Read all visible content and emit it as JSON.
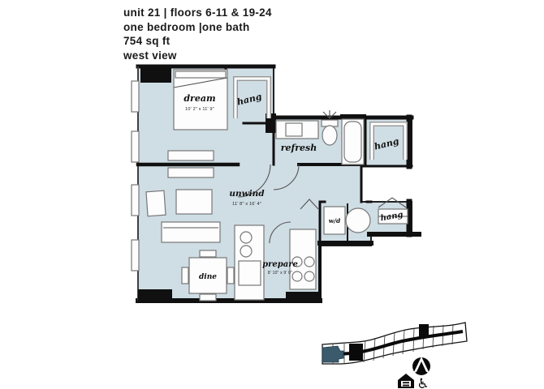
{
  "header": {
    "line1": "unit 21 | floors 6-11 & 19-24",
    "line2": "one bedroom |one bath",
    "line3": "754 sq ft",
    "line4": "west view"
  },
  "plan": {
    "bedroom": {
      "label": "dream",
      "dims": "10' 2\" x 11' 9\""
    },
    "closet1": {
      "label": "hang"
    },
    "bathroom": {
      "label": "refresh"
    },
    "closet2": {
      "label": "hang"
    },
    "living": {
      "label": "unwind",
      "dims": "11' 8\" x 16' 4\""
    },
    "laundry": {
      "label": "w/d"
    },
    "closet3": {
      "label": "hang"
    },
    "dining": {
      "label": "dine"
    },
    "kitchen": {
      "label": "prepare",
      "dims": "8' 10\" x 9' 0\""
    }
  },
  "icons": {
    "north_arrow": "north-arrow",
    "equal_housing": "equal-housing-logo",
    "accessible_glyph": "♿"
  },
  "colors": {
    "floor_fill": "#cfdde4",
    "wall": "#111111",
    "keyplan_highlight": "#3b5a6b"
  }
}
